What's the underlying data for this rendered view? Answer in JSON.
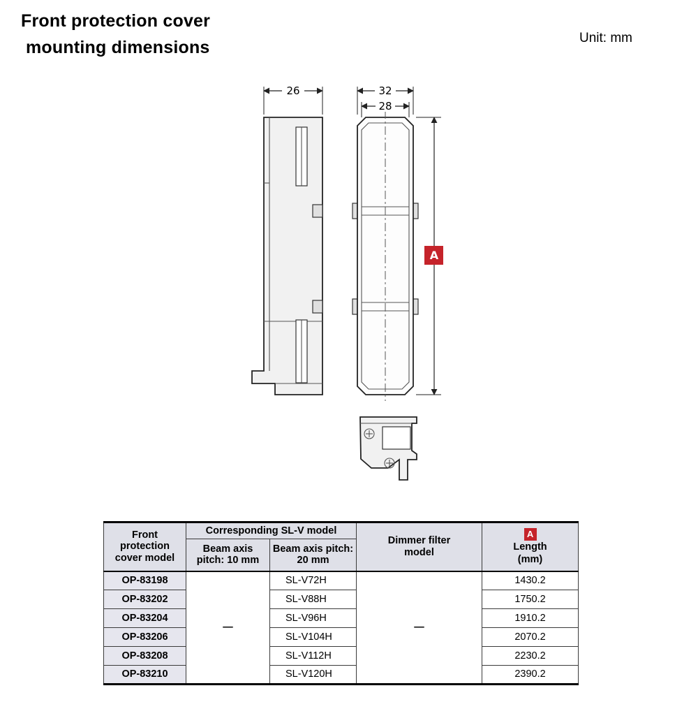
{
  "page": {
    "title_line1": "Front protection cover",
    "title_line2": "mounting dimensions",
    "unit_label": "Unit: mm"
  },
  "colors": {
    "accent_red": "#c5232a",
    "header_bg": "#dfe0e8",
    "model_col_bg": "#e6e6ee"
  },
  "drawing": {
    "dim_left_width": "26",
    "dim_right_outer": "32",
    "dim_right_inner": "28",
    "length_badge": "A"
  },
  "table": {
    "col_model_header": "Front protection cover model",
    "group_header": "Corresponding SL-V model",
    "col_pitch10_header": "Beam axis pitch: 10 mm",
    "col_pitch20_header": "Beam axis pitch: 20 mm",
    "col_dimmer_header": "Dimmer filter model",
    "col_length_badge": "A",
    "col_length_header": "Length",
    "col_length_unit": "(mm)",
    "pitch10_value": "—",
    "dimmer_value": "—",
    "rows": [
      {
        "model": "OP-83198",
        "pitch20": "SL-V72H",
        "length": "1430.2"
      },
      {
        "model": "OP-83202",
        "pitch20": "SL-V88H",
        "length": "1750.2"
      },
      {
        "model": "OP-83204",
        "pitch20": "SL-V96H",
        "length": "1910.2"
      },
      {
        "model": "OP-83206",
        "pitch20": "SL-V104H",
        "length": "2070.2"
      },
      {
        "model": "OP-83208",
        "pitch20": "SL-V112H",
        "length": "2230.2"
      },
      {
        "model": "OP-83210",
        "pitch20": "SL-V120H",
        "length": "2390.2"
      }
    ]
  }
}
